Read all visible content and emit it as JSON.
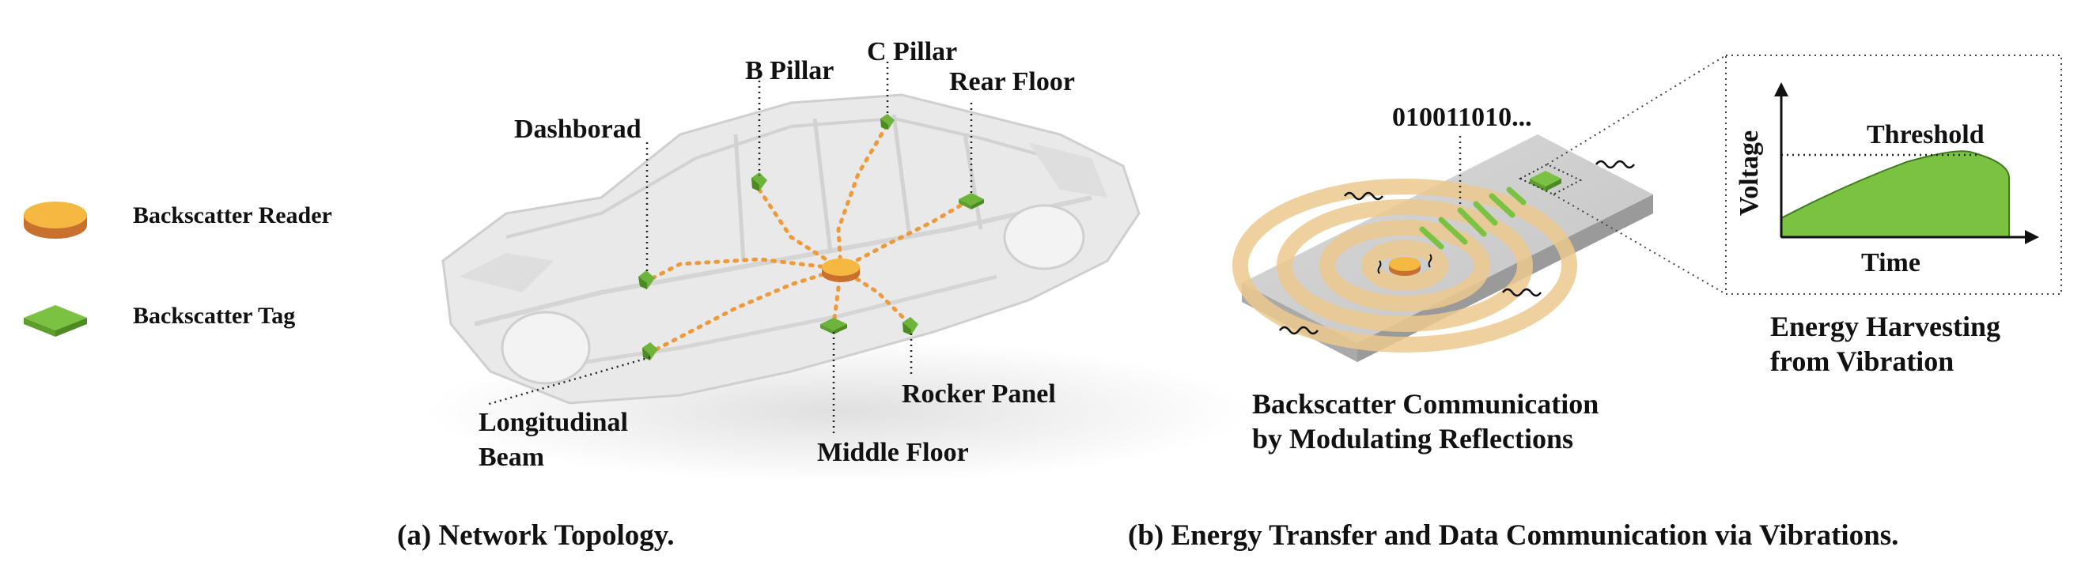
{
  "legend": {
    "reader_label": "Backscatter Reader",
    "tag_label": "Backscatter Tag",
    "reader_color": "#F5B942",
    "reader_edge_color": "#C8702E",
    "tag_color": "#7CC242"
  },
  "topology": {
    "labels": {
      "dashboard": "Dashborad",
      "b_pillar": "B Pillar",
      "c_pillar": "C Pillar",
      "rear_floor": "Rear Floor",
      "longitudinal_beam_line1": "Longitudinal",
      "longitudinal_beam_line2": "Beam",
      "middle_floor": "Middle Floor",
      "rocker_panel": "Rocker Panel"
    },
    "link_color": "#EE9A3A",
    "caption": "(a) Network Topology."
  },
  "vibration": {
    "bitstream": "010011010...",
    "comm_line1": "Backscatter Communication",
    "comm_line2": "by Modulating Reflections",
    "chart": {
      "ylabel": "Voltage",
      "xlabel": "Time",
      "threshold_label": "Threshold",
      "fill_color": "#7CC242"
    },
    "harvest_line1": "Energy Harvesting",
    "harvest_line2": "from Vibration",
    "caption": "(b) Energy Transfer and Data Communication via Vibrations."
  }
}
